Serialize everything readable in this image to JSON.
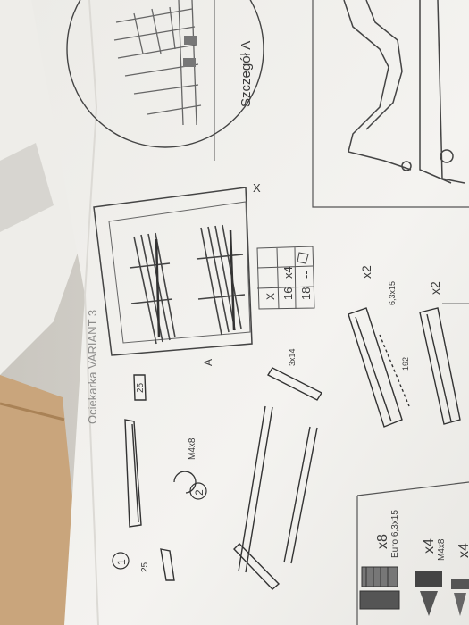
{
  "photo": {
    "detail_title": "Szczegół A",
    "variant_title": "Ociekarka VARIANT 3",
    "x_marker": "X",
    "detail_marker": "A",
    "step_1": "1",
    "step_2": "2",
    "dim_25a": "25",
    "dim_25b": "25",
    "dim_3x14": "3x14",
    "dim_6x15": "6,3x15",
    "dim_192": "192",
    "screw_m4": "M4x8",
    "table": {
      "header_x": "X",
      "row1_x": "16",
      "row1_qty": "x4",
      "row2_x": "18",
      "row2_qty": "--"
    },
    "qty_x2_a": "x2",
    "qty_x2_b": "x2",
    "parts": [
      {
        "qty": "x8",
        "label": "Euro 6,3x15"
      },
      {
        "qty": "x4",
        "label": "M4x8"
      },
      {
        "qty": "x4",
        "label": ""
      }
    ]
  }
}
